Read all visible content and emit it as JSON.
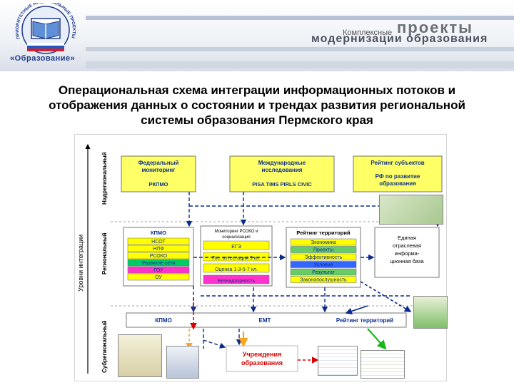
{
  "header": {
    "logo_arc_text": "ПРИОРИТЕТНЫЕ НАЦИОНАЛЬНЫЕ ПРОЕКТЫ",
    "logo_caption": "«Образование»",
    "brand_small": "Комплексные",
    "brand_big": "проекты",
    "brand_sub": "модернизации образования"
  },
  "title_lines": [
    "Операциональная схема интеграции информационных потоков и",
    "отображения данных о состоянии и трендах развития региональной",
    "системы образования Пермского края"
  ],
  "axis": {
    "main_label": "Уровни интеграции",
    "levels": [
      "Надрегиональный",
      "Региональный",
      "Субрегиональный"
    ]
  },
  "top_boxes": {
    "federal": {
      "title1": "Федеральный",
      "title2": "мониторинг",
      "code": "РКПМО"
    },
    "international": {
      "title1": "Международные",
      "title2": "исследования",
      "code": "PISA TIMS PIRLS CIVIC"
    },
    "rating": {
      "title": "Рейтинг субъектов",
      "line1": "РФ по развитие",
      "line2": "образования"
    }
  },
  "kpmo": {
    "title": "КПМО",
    "rows": [
      "НСОТ",
      "НПФ",
      "РСОКО",
      "Развитие сети",
      "ГОУ",
      "ОУ"
    ],
    "colors": [
      "#ffff00",
      "#ffff00",
      "#ffff00",
      "#00cc66",
      "#ff33cc",
      "#ffff00"
    ]
  },
  "monitoring": {
    "title1": "Мониторинг РСОКО и",
    "title2": "социализация",
    "rows": [
      "ЕГЭ",
      "Гос. аттестация 9 кл.",
      "Оценка 1-3-5-7 кл.",
      "Безнадзорность"
    ],
    "colors": [
      "#ffff00",
      "#ffff00",
      "#ffff00",
      "#ff33cc"
    ]
  },
  "territory_rating": {
    "title": "Рейтинг территорий",
    "rows": [
      "Экономика",
      "Проекты",
      "Эффективность",
      "Условия",
      "Результат",
      "Законопослушность"
    ],
    "colors": [
      "#ffff00",
      "#66cc66",
      "#ffff00",
      "#3366ff",
      "#66cc66",
      "#ffff00"
    ]
  },
  "unified_base": {
    "lines": [
      "Единая",
      "отраслевая",
      "информа-",
      "ционная база"
    ]
  },
  "bottom_bar": {
    "left": "КПМО",
    "middle": "ЕМТ",
    "right": "Рейтинг территорий"
  },
  "institutions": {
    "line1": "Учреждения",
    "line2": "образования"
  },
  "colors": {
    "box_fill": "#ffff66",
    "accent_blue": "#0b2f8f",
    "arrow_red": "#d80000",
    "arrow_green": "#18b818",
    "arrow_blue": "#0a2a8c",
    "arrow_orange": "#f5a623"
  }
}
